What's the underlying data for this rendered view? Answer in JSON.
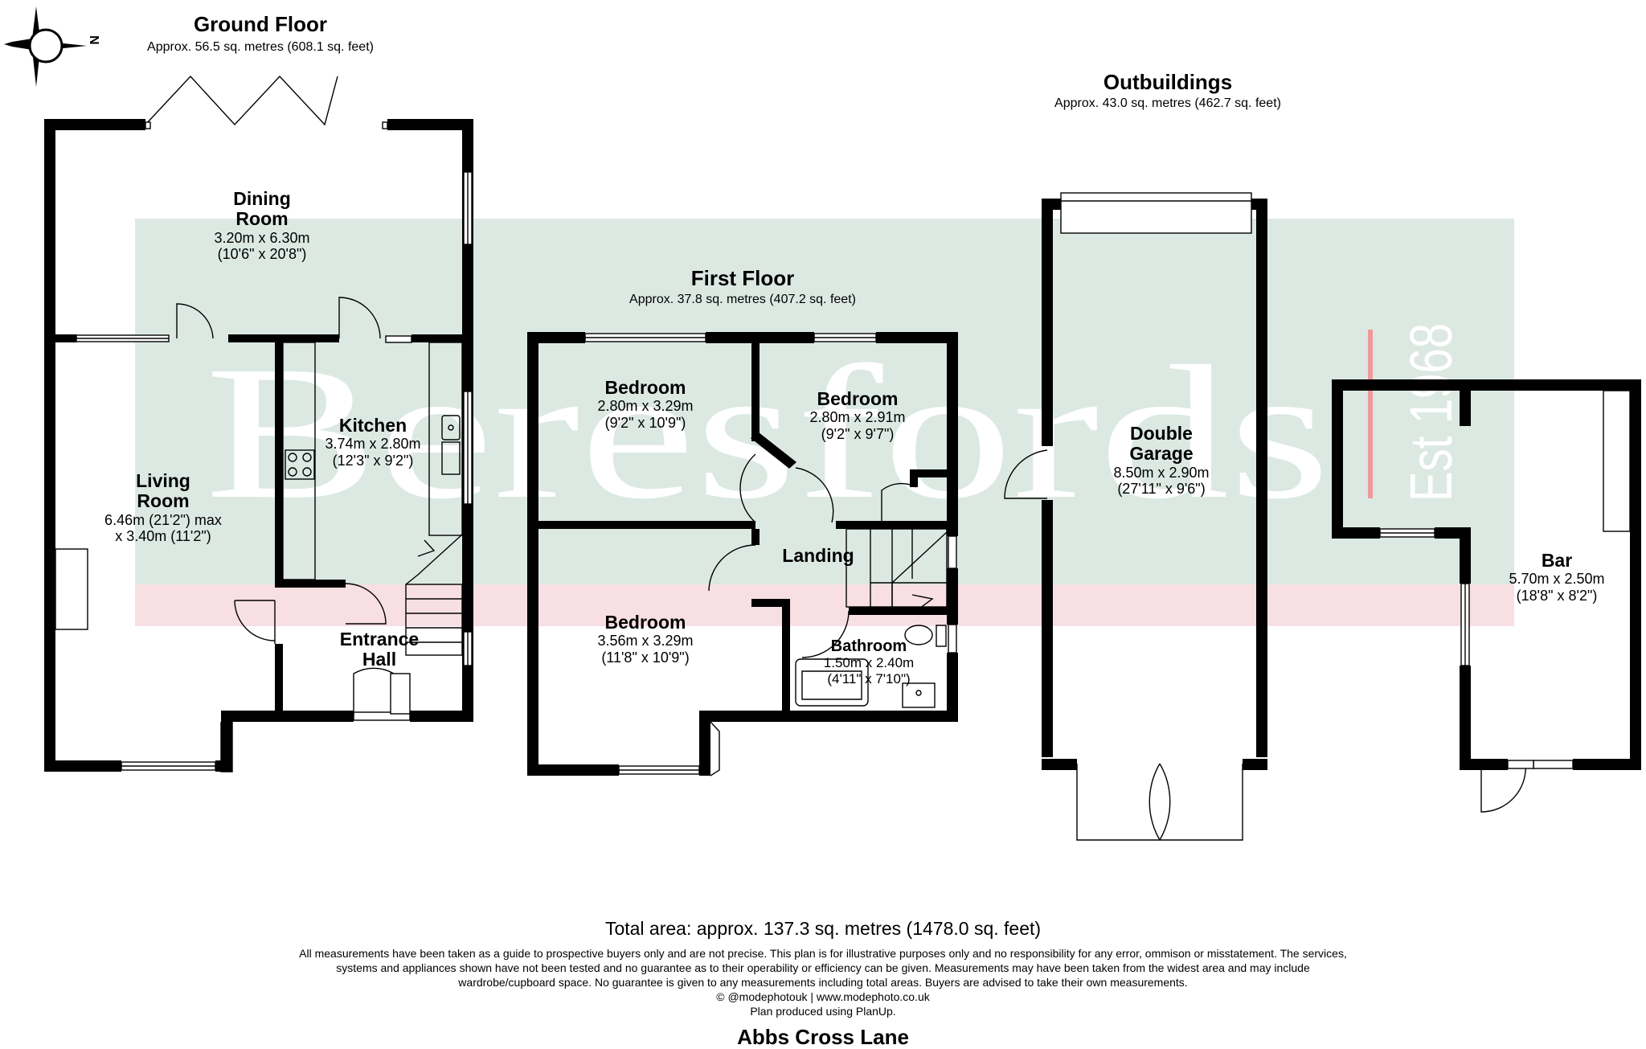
{
  "ground_floor": {
    "title": "Ground Floor",
    "area": "Approx. 56.5 sq. metres (608.1 sq. feet)",
    "rooms": [
      {
        "name_lines": [
          "Dining",
          "Room"
        ],
        "dims_lines": [
          "3.20m x 6.30m",
          "(10'6\" x 20'8\")"
        ]
      },
      {
        "name_lines": [
          "Kitchen"
        ],
        "dims_lines": [
          "3.74m x 2.80m",
          "(12'3\" x 9'2\")"
        ]
      },
      {
        "name_lines": [
          "Living",
          "Room"
        ],
        "dims_lines": [
          "6.46m (21'2\") max",
          "x 3.40m (11'2\")"
        ]
      },
      {
        "name_lines": [
          "Entrance",
          "Hall"
        ],
        "dims_lines": []
      }
    ]
  },
  "first_floor": {
    "title": "First Floor",
    "area": "Approx. 37.8 sq. metres (407.2 sq. feet)",
    "rooms": [
      {
        "name_lines": [
          "Bedroom"
        ],
        "dims_lines": [
          "2.80m x 3.29m",
          "(9'2\" x 10'9\")"
        ]
      },
      {
        "name_lines": [
          "Bedroom"
        ],
        "dims_lines": [
          "2.80m x 2.91m",
          "(9'2\" x 9'7\")"
        ]
      },
      {
        "name_lines": [
          "Landing"
        ],
        "dims_lines": []
      },
      {
        "name_lines": [
          "Bedroom"
        ],
        "dims_lines": [
          "3.56m x 3.29m",
          "(11'8\" x 10'9\")"
        ]
      },
      {
        "name_lines": [
          "Bathroom"
        ],
        "dims_lines": [
          "1.50m x 2.40m",
          "(4'11\" x 7'10\")"
        ]
      }
    ]
  },
  "outbuildings": {
    "title": "Outbuildings",
    "area": "Approx. 43.0 sq. metres (462.7 sq. feet)",
    "rooms": [
      {
        "name_lines": [
          "Double",
          "Garage"
        ],
        "dims_lines": [
          "8.50m x 2.90m",
          "(27'11\" x 9'6\")"
        ]
      },
      {
        "name_lines": [
          "Bar"
        ],
        "dims_lines": [
          "5.70m x 2.50m",
          "(18'8\" x 8'2\")"
        ]
      }
    ]
  },
  "compass": {
    "label": "N"
  },
  "watermark": {
    "brand": "Beresfords",
    "est": "Est 1968"
  },
  "footer": {
    "total": "Total area: approx. 137.3 sq. metres (1478.0 sq. feet)",
    "disclaimer_lines": [
      "All measurements have been taken as a guide to prospective buyers only and are not precise. This plan is for illustrative purposes only and no responsibility for any error, ommison or misstatement. The services,",
      "systems and appliances shown have not been tested and no guarantee as to their operability or efficiency can be given. Measurements may have been taken from the widest area and may include",
      "wardrobe/cupboard space. No guarantee is given to any measurements including total areas. Buyers are advised to take their own measurements."
    ],
    "credit": "© @modephotouk | www.modephoto.co.uk",
    "software": "Plan produced using PlanUp.",
    "address": "Abbs Cross Lane"
  },
  "colors": {
    "wall": "#000000",
    "watermark_green": "#dce9e3",
    "watermark_pink": "#f7dfe3",
    "est_red": "#ef9a9a"
  }
}
